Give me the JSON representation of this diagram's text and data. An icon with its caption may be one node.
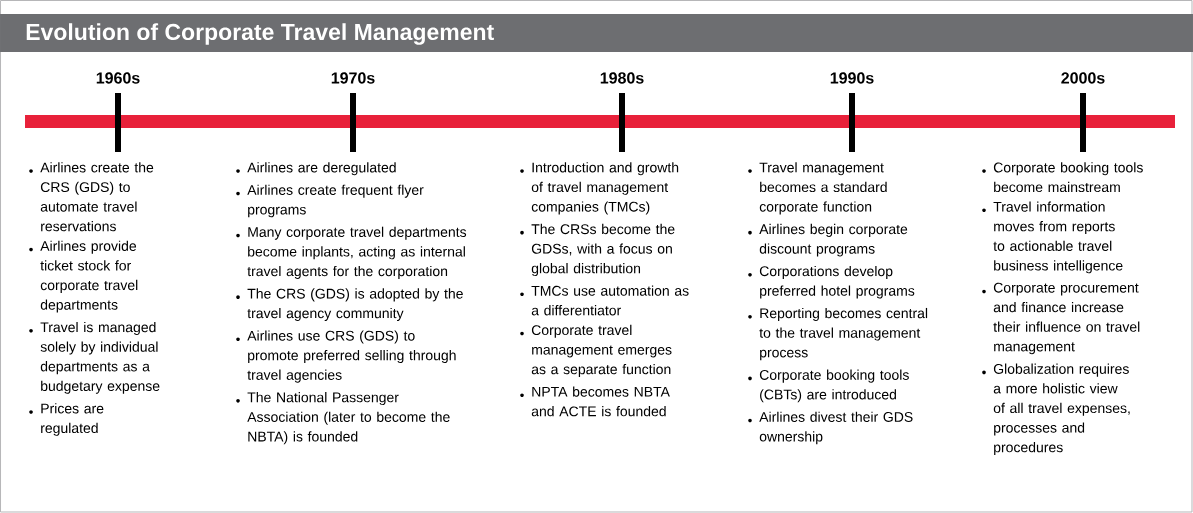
{
  "diagram": {
    "title": "Evolution of Corporate Travel Management",
    "labels": [
      "1960s",
      "1970s",
      "1980s",
      "1990s",
      "2000s",
      "Airlines create the CRS (GDS) to automate travel reservations",
      "Airlines provide ticket stock for corporate travel departments",
      "Travel is managed solely by individual departments as a budgetary expense",
      "Prices are regulated",
      "Airlines are deregulated",
      "Airlines create frequent flyer programs",
      "Many corporate travel departments become inplants, acting as internal travel agents for the corporation",
      "The CRS (GDS) is adopted by the travel agency community",
      "Airlines use CRS (GDS) to promote preferred selling through travel agencies",
      "The National Passenger Association (later to become the NBTA) is founded",
      "Introduction and growth of travel management companies (TMCs)",
      "The CRSs become the GDSs, with a focus on global distribution",
      "TMCs use automation as a differentiator",
      "Corporate travel management emerges as a separate function",
      "NPTA becomes NBTA and ACTE is founded",
      "Travel management becomes a standard corporate function",
      "Airlines begin corporate discount programs",
      "Corporations develop preferred hotel programs",
      "Reporting becomes central to the travel management process",
      "Corporate booking tools (CBTs) are introduced",
      "Airlines divest their GDS ownership",
      "Corporate booking tools become mainstream",
      "Travel information moves from reports to actionable travel business intelligence",
      "Corporate procurement and finance increase their influence on travel management",
      "Globalization requires a more holistic view of all travel expenses, processes and procedures"
    ]
  }
}
